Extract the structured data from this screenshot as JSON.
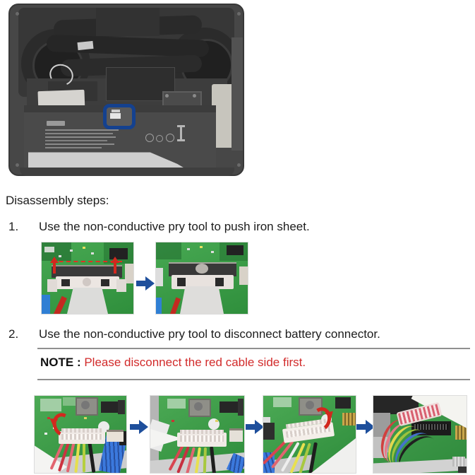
{
  "page": {
    "title": "Disassembly steps:",
    "steps": [
      {
        "num": "1.",
        "text": "Use the non-conductive pry tool to push iron sheet."
      },
      {
        "num": "2.",
        "text": "Use the non-conductive pry tool to disconnect battery connector."
      }
    ],
    "note": {
      "label": "NOTE :",
      "text": "Please disconnect the red cable side first."
    }
  },
  "colors": {
    "note_red": "#d22b2b",
    "arrow_blue": "#1e4f9c",
    "arrow_red": "#d2281e",
    "highlight_blue": "#14418f",
    "pcb_green": "#3aa046"
  },
  "icons": {
    "arrow_right": "blue right arrow",
    "arrow_up_red": "red up arrow",
    "arrow_curved_red": "red curved arrow",
    "connector_highlight": "blue rounded rectangle"
  }
}
